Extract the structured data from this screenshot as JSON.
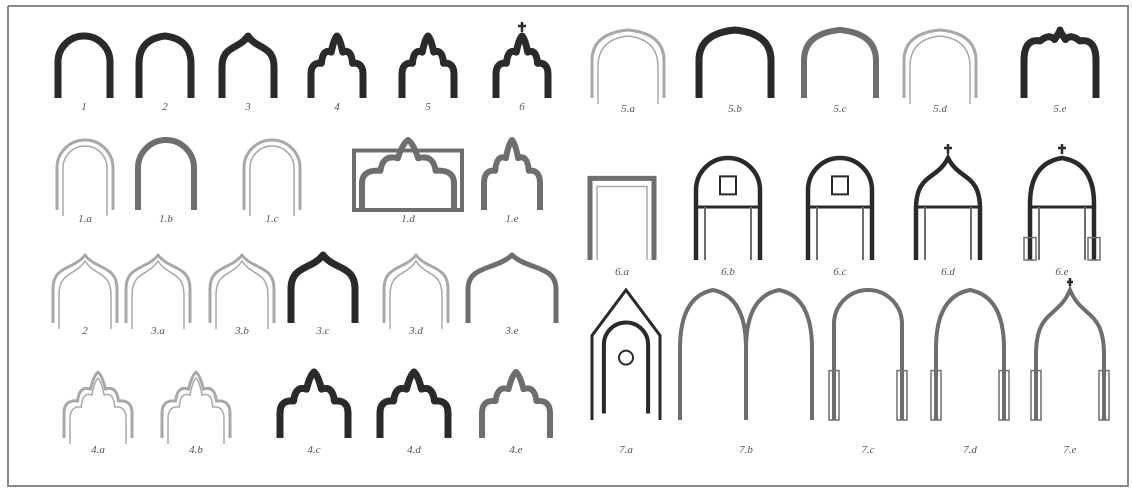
{
  "colors": {
    "border": "#8a8a8a",
    "ink_dark": "#2a2a2a",
    "ink_mid": "#6e6e6e",
    "ink_light": "#a8a8a8",
    "caption": "#555555"
  },
  "labels": {
    "r1": [
      "1",
      "2",
      "3",
      "4",
      "5",
      "6"
    ],
    "r2": [
      "1.a",
      "1.b",
      "1.c",
      "1.d",
      "1.e"
    ],
    "r3": [
      "2",
      "3.a",
      "3.b",
      "3.c",
      "3.d",
      "3.e"
    ],
    "r4": [
      "4.a",
      "4.b",
      "4.c",
      "4.d",
      "4.e"
    ],
    "p1": [
      "5.a",
      "5.b",
      "5.c",
      "5.d",
      "5.e"
    ],
    "p2": [
      "6.a",
      "6.b",
      "6.c",
      "6.d",
      "6.e"
    ],
    "p3": [
      "7.a",
      "7.b",
      "7.c",
      "7.d",
      "7.e"
    ]
  },
  "arch_styles": {
    "r1": [
      "round",
      "pointed",
      "ogee",
      "trefoil",
      "trefoil-ogee",
      "trefoil-finial"
    ],
    "r2": [
      "round-double",
      "round-dotted",
      "round-thin",
      "rect-framed-ogee",
      "trefoil-tall"
    ],
    "r3": [
      "ogee-outline",
      "ogee-double",
      "ogee-outline",
      "ogee-dark",
      "ogee-light",
      "ogee-wide"
    ],
    "r4": [
      "trefoil-outline",
      "trefoil-outline",
      "trefoil-dark",
      "trefoil-dark",
      "trefoil-mid"
    ],
    "p1": [
      "pointed-outline",
      "pointed-dark",
      "pointed-mid",
      "pointed-light",
      "cusped-dark"
    ],
    "p2": [
      "doorway-square",
      "doorway-round-window",
      "doorway-round-window",
      "doorway-ogee-cross",
      "doorway-pointed-cross"
    ],
    "p3": [
      "shrine-gable",
      "double-pointed",
      "round-columns",
      "pointed-columns",
      "horseshoe-columns"
    ]
  }
}
